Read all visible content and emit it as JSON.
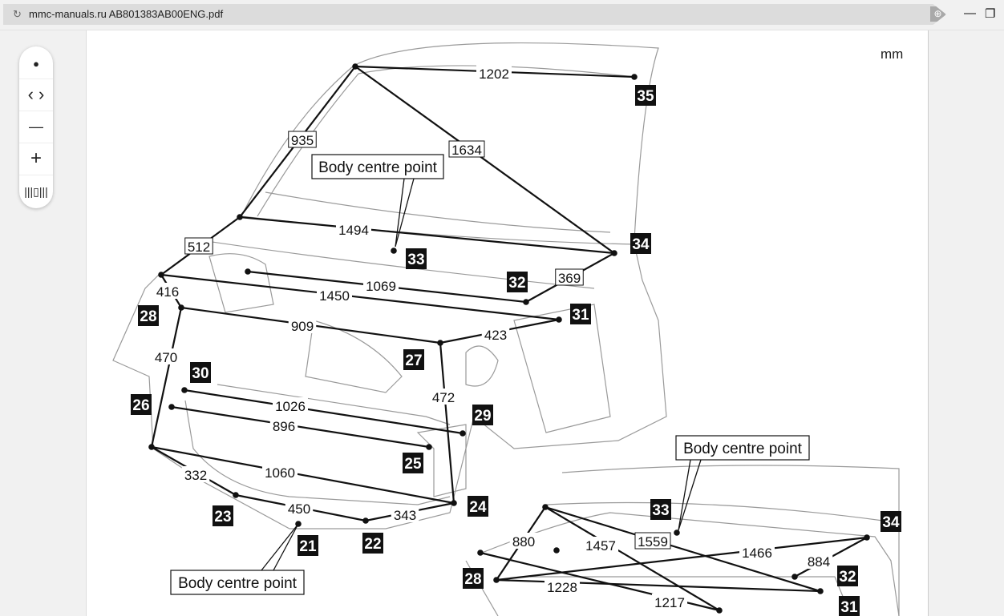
{
  "browser": {
    "url_text": "mmc-manuals.ru AB801383AB00ENG.pdf",
    "reload_icon": "↻",
    "globe_icon": "🌐",
    "minimize_icon": "—",
    "restore_icon": "❐"
  },
  "toolbar": {
    "items": [
      {
        "name": "dot",
        "glyph": "●"
      },
      {
        "name": "prev-next",
        "glyph": "‹  ›"
      },
      {
        "name": "zoom-out",
        "glyph": "—"
      },
      {
        "name": "zoom-in",
        "glyph": "+"
      },
      {
        "name": "fit-page",
        "glyph": "▯"
      }
    ]
  },
  "document": {
    "unit": "mm",
    "callout_text": "Body centre point",
    "points": [
      {
        "id": "21"
      },
      {
        "id": "22"
      },
      {
        "id": "23"
      },
      {
        "id": "24"
      },
      {
        "id": "25"
      },
      {
        "id": "26"
      },
      {
        "id": "27"
      },
      {
        "id": "28"
      },
      {
        "id": "29"
      },
      {
        "id": "30"
      },
      {
        "id": "31"
      },
      {
        "id": "32"
      },
      {
        "id": "33"
      },
      {
        "id": "34"
      },
      {
        "id": "35"
      }
    ],
    "upper_view_dimensions": [
      "1202",
      "935",
      "1634",
      "1494",
      "512",
      "1069",
      "1450",
      "369",
      "416",
      "909",
      "423",
      "470",
      "472",
      "1026",
      "896",
      "1060",
      "332",
      "450",
      "343"
    ],
    "lower_view_dimensions": [
      "880",
      "1457",
      "1559",
      "1466",
      "884",
      "1228",
      "1217"
    ]
  }
}
